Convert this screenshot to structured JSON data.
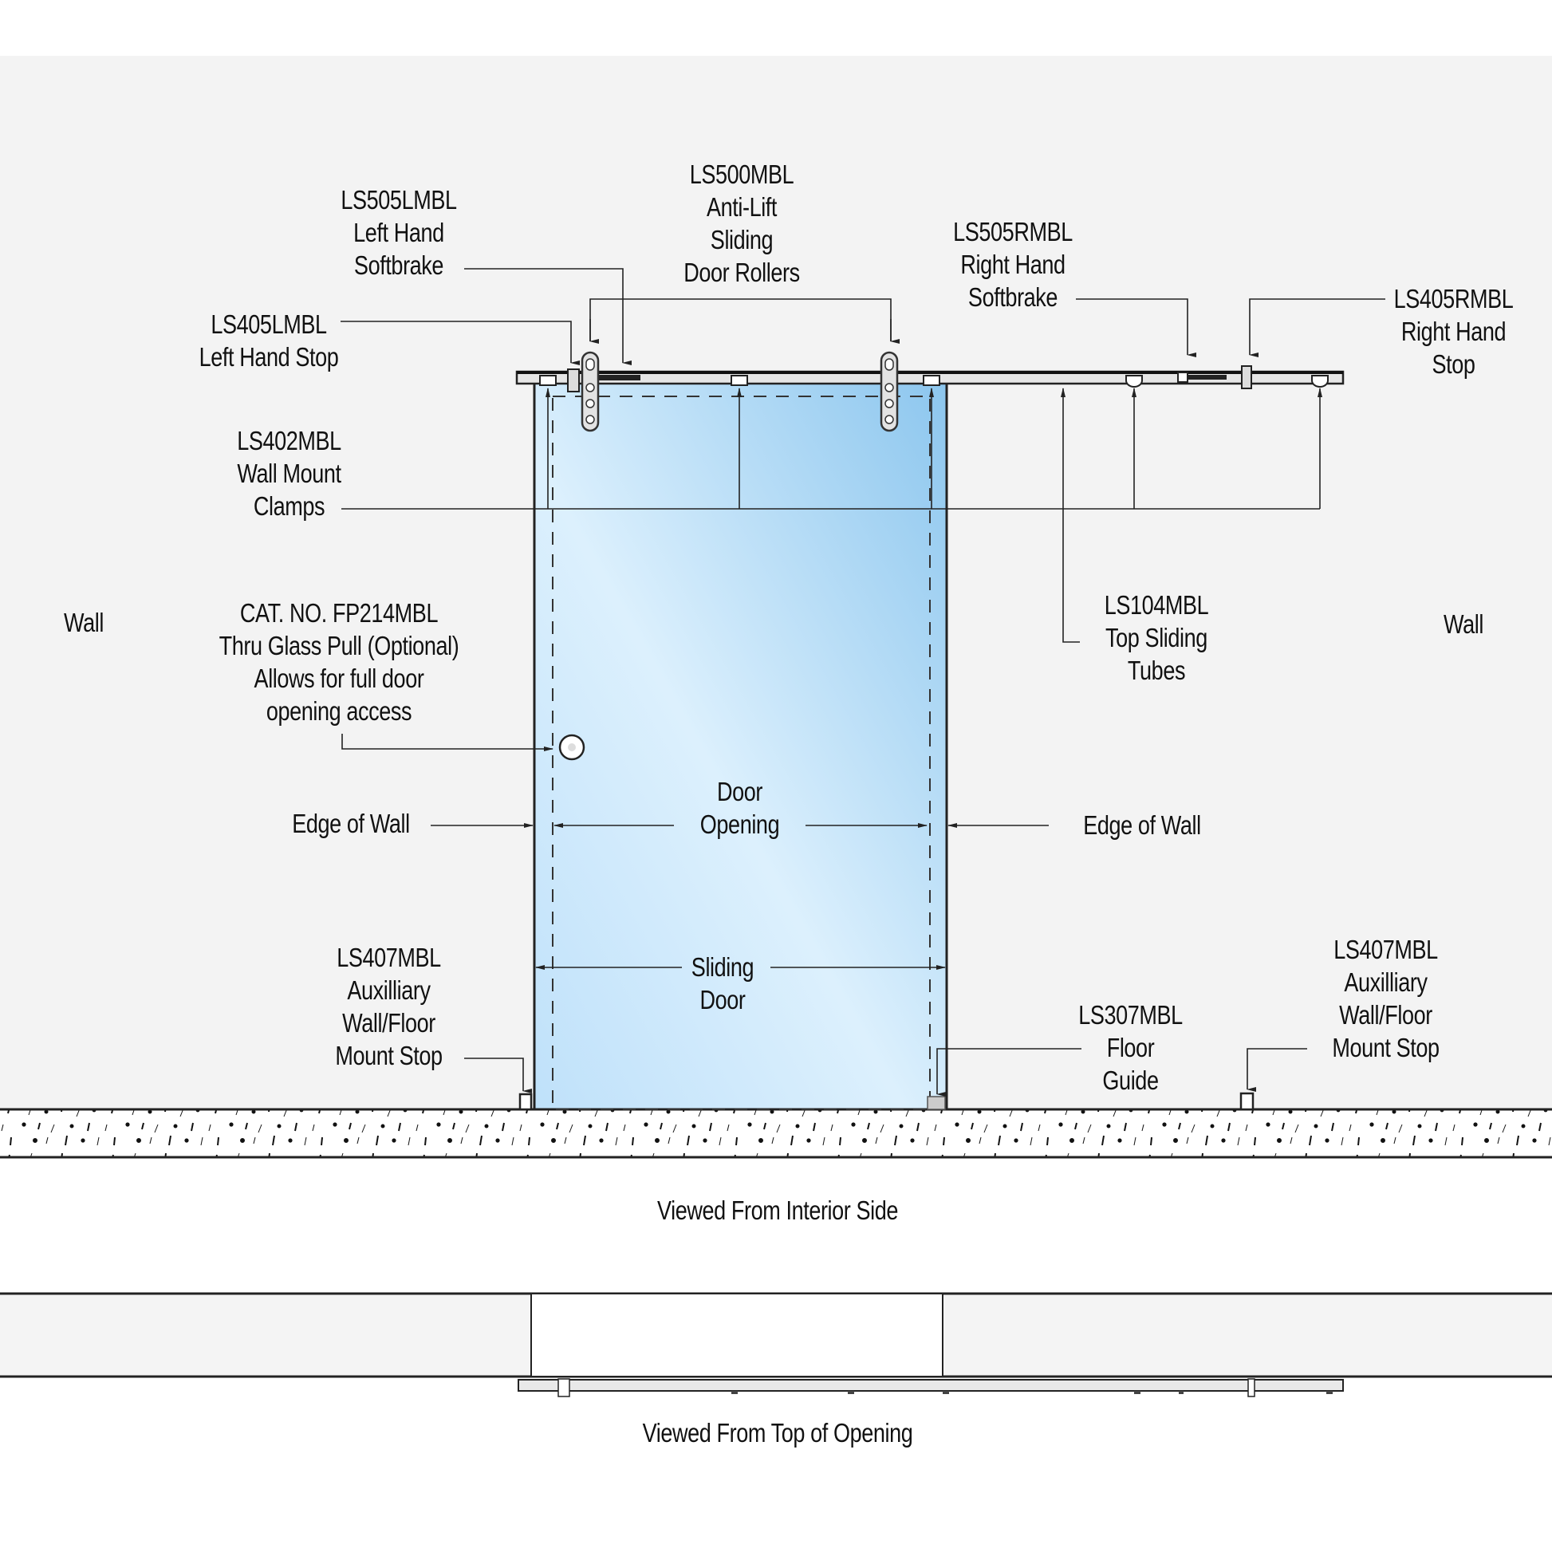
{
  "diagram": {
    "title_interior": "Viewed From Interior Side",
    "title_top": "Viewed From Top of Opening",
    "colors": {
      "background": "#f3f3f3",
      "glass_light": "#d6ecfb",
      "glass_dark": "#8ec8ef",
      "line": "#222222",
      "rail": "#e4e4e4"
    },
    "walls": {
      "left": "Wall",
      "right": "Wall"
    },
    "labels": {
      "ls505l": {
        "part": "LS505LMBL",
        "line1": "Left Hand",
        "line2": "Softbrake"
      },
      "ls500": {
        "part": "LS500MBL",
        "line1": "Anti-Lift",
        "line2": "Sliding",
        "line3": "Door Rollers"
      },
      "ls505r": {
        "part": "LS505RMBL",
        "line1": "Right Hand",
        "line2": "Softbrake"
      },
      "ls405r": {
        "part": "LS405RMBL",
        "line1": "Right Hand",
        "line2": "Stop"
      },
      "ls405l": {
        "part": "LS405LMBL",
        "line1": "Left Hand Stop"
      },
      "ls402": {
        "part": "LS402MBL",
        "line1": "Wall Mount",
        "line2": "Clamps"
      },
      "fp214": {
        "part": "CAT. NO. FP214MBL",
        "line1": "Thru Glass Pull (Optional)",
        "line2": "Allows for full door",
        "line3": "opening access"
      },
      "ls104": {
        "part": "LS104MBL",
        "line1": "Top Sliding",
        "line2": "Tubes"
      },
      "edge_left": "Edge of Wall",
      "edge_right": "Edge of Wall",
      "door_opening": {
        "line1": "Door",
        "line2": "Opening"
      },
      "sliding_door": {
        "line1": "Sliding",
        "line2": "Door"
      },
      "ls407l": {
        "part": "LS407MBL",
        "line1": "Auxilliary",
        "line2": "Wall/Floor",
        "line3": "Mount Stop"
      },
      "ls307": {
        "part": "LS307MBL",
        "line1": "Floor",
        "line2": "Guide"
      },
      "ls407r": {
        "part": "LS407MBL",
        "line1": "Auxilliary",
        "line2": "Wall/Floor",
        "line3": "Mount Stop"
      }
    }
  }
}
